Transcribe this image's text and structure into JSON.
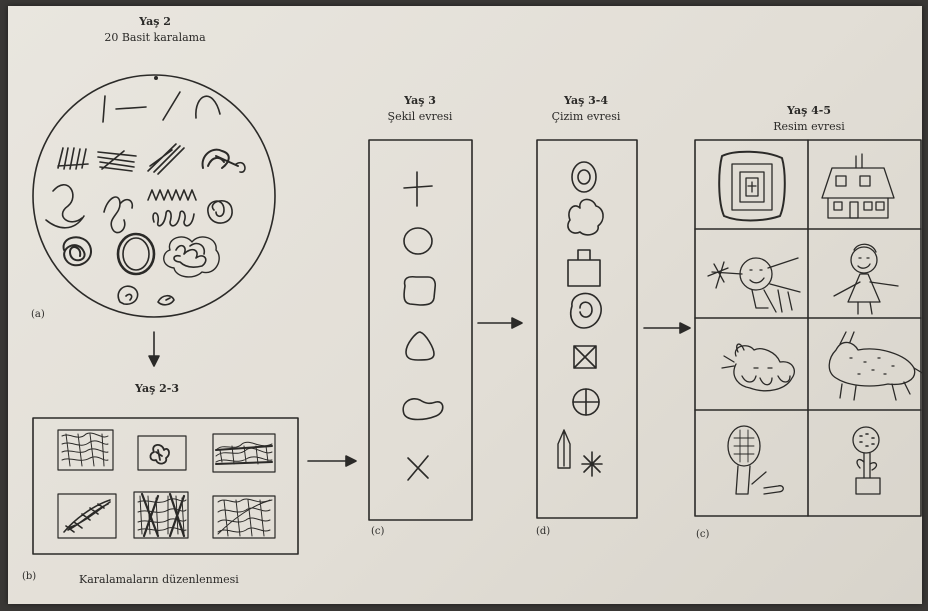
{
  "panel_a": {
    "title": "Yaş 2",
    "subtitle": "20 Basit karalama",
    "tag": "(a)"
  },
  "panel_b": {
    "title": "Yaş 2-3",
    "tag": "(b)",
    "caption": "Karalamaların düzenlenmesi"
  },
  "panel_c": {
    "title": "Yaş 3",
    "subtitle": "Şekil evresi",
    "tag": "(c)"
  },
  "panel_d": {
    "title": "Yaş 3-4",
    "subtitle": "Çizim evresi",
    "tag": "(d)"
  },
  "panel_e": {
    "title": "Yaş 4-5",
    "subtitle": "Resim evresi",
    "tag": "(c)"
  }
}
